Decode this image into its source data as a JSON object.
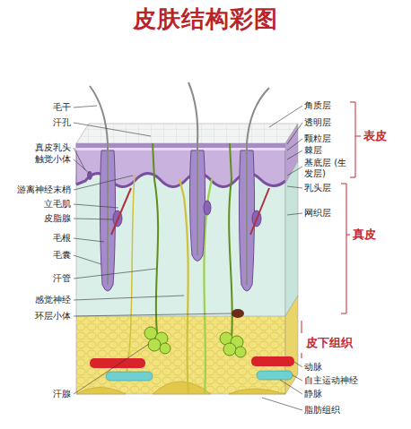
{
  "diagram": {
    "title": "皮肤结构彩图",
    "labels": [
      "毛干",
      "汗孔",
      "真皮乳头",
      "触觉小体",
      "游离神经末梢",
      "立毛肌",
      "皮脂腺",
      "毛根",
      "毛囊",
      "汗管",
      "感觉神经",
      "环层小体",
      "汗腺",
      "角质层",
      "透明层",
      "颗粒层",
      "棘层",
      "基底层 (生发层)",
      "乳头层",
      "网织层",
      "表皮",
      "真皮",
      "皮下组织",
      "动脉",
      "自主运动神经",
      "静脉",
      "脂肪组织"
    ]
  }
}
